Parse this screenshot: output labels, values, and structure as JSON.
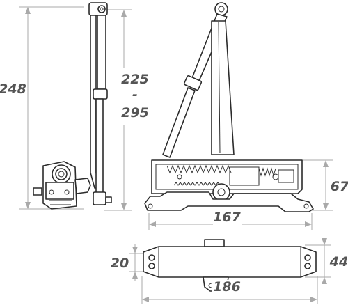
{
  "dimensions": {
    "height_total": "248",
    "arm_length_min": "225",
    "arm_length_separator": "-",
    "arm_length_max": "295",
    "body_height": "67",
    "body_length": "167",
    "mount_width": "20",
    "base_width": "44",
    "base_length": "186"
  },
  "colors": {
    "outline": "#2b2b2b",
    "dimension_line": "#a9a9a9",
    "dimension_text": "#555555",
    "background": "#ffffff"
  }
}
